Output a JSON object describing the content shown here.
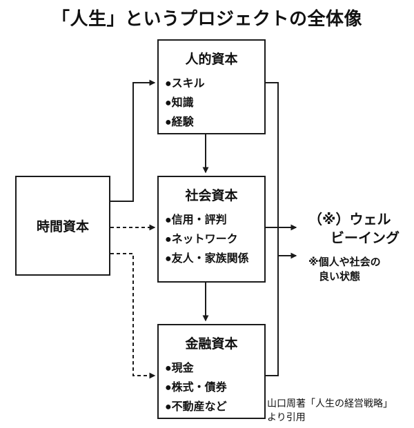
{
  "title": "「人生」というプロジェクトの全体像",
  "boxes": {
    "time": {
      "label": "時間資本"
    },
    "human": {
      "title": "人的資本",
      "items": [
        "●スキル",
        "●知識",
        "●経験"
      ]
    },
    "social": {
      "title": "社会資本",
      "items": [
        "●信用・評判",
        "●ネットワーク",
        "●友人・家族関係"
      ]
    },
    "finance": {
      "title": "金融資本",
      "items": [
        "●現金",
        "●株式・債券",
        "●不動産など"
      ]
    }
  },
  "wellbeing": {
    "title_line1": "（※）ウェル",
    "title_line2": "ビーイング",
    "note_line1": "※個人や社会の",
    "note_line2": "良い状態"
  },
  "citation": {
    "line1": "山口周著「人生の経営戦略」",
    "line2": "より引用"
  },
  "colors": {
    "line": "#1a1a1a",
    "text": "#111111",
    "background": "#ffffff"
  }
}
